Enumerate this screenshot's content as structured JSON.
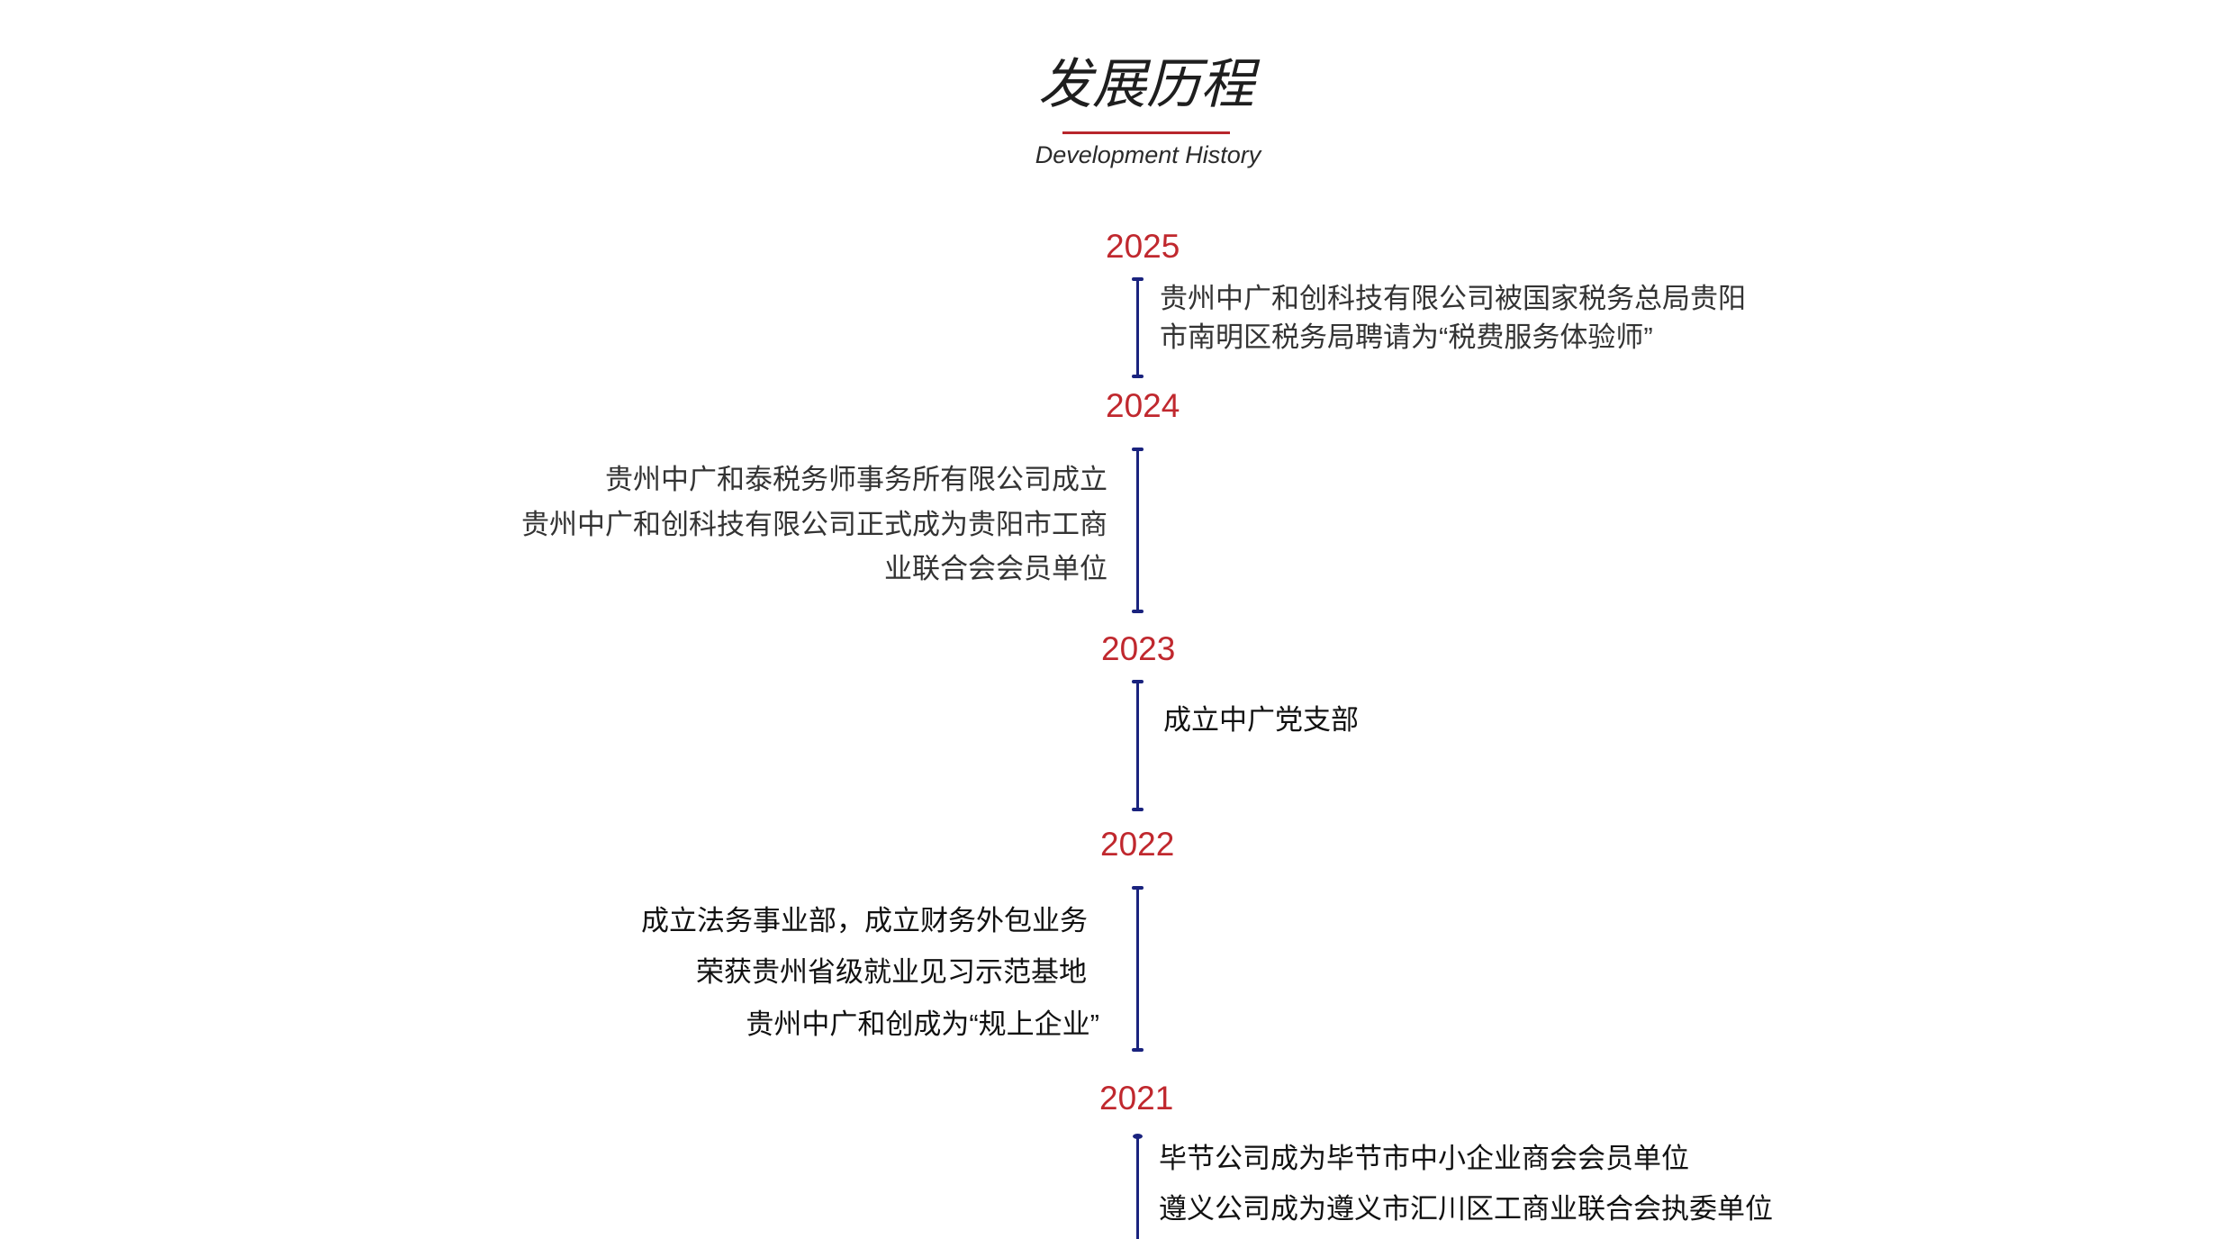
{
  "header": {
    "title": "发展历程",
    "subtitle": "Development History"
  },
  "colors": {
    "year": "#c0282e",
    "timeline_line": "#1a237e",
    "underline": "#b8262c",
    "text": "#333333"
  },
  "timeline": [
    {
      "year": "2025",
      "side": "right",
      "events": [
        "贵州中广和创科技有限公司被国家税务总局贵阳",
        "市南明区税务局聘请为“税费服务体验师”"
      ]
    },
    {
      "year": "2024",
      "side": "left",
      "events": [
        "贵州中广和泰税务师事务所有限公司成立",
        "贵州中广和创科技有限公司正式成为贵阳市工商",
        "业联合会会员单位"
      ]
    },
    {
      "year": "2023",
      "side": "right",
      "events": [
        "成立中广党支部"
      ]
    },
    {
      "year": "2022",
      "side": "left",
      "events": [
        "成立法务事业部，成立财务外包业务",
        "荣获贵州省级就业见习示范基地",
        "贵州中广和创成为“规上企业”"
      ]
    },
    {
      "year": "2021",
      "side": "right",
      "events": [
        "毕节公司成为毕节市中小企业商会会员单位",
        "遵义公司成为遵义市汇川区工商业联合会执委单位"
      ]
    }
  ]
}
